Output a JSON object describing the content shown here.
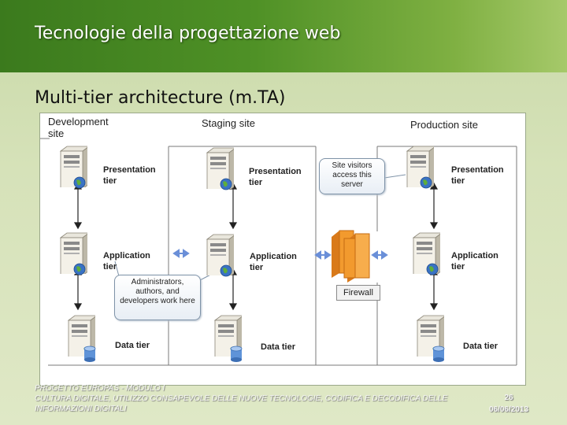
{
  "header": {
    "title": "Tecnologie della progettazione web"
  },
  "slide": {
    "subtitle": "Multi-tier architecture (m.TA)"
  },
  "diagram": {
    "sites": {
      "development": "Development site",
      "staging": "Staging site",
      "production": "Production site"
    },
    "tiers": {
      "presentation": "Presentation tier",
      "application": "Application tier",
      "data": "Data tier"
    },
    "callouts": {
      "admins": "Administrators, authors, and developers work here",
      "visitors": "Site visitors access this server"
    },
    "firewall": "Firewall"
  },
  "footer": {
    "left_line1": "PROGETTO EUROPAS - MODULO I",
    "left_line2": "CULTURA DIGITALE, UTILIZZO CONSAPEVOLE DELLE NUOVE TECNOLOGIE, CODIFICA E DECODIFICA DELLE INFORMAZIONI DIGITALI",
    "page_number": "26",
    "date": "06/06/2013"
  },
  "colors": {
    "header_green": "#3b7a1d",
    "firewall_orange": "#f29a2e",
    "exchange_arrow": "#6a8fd8"
  },
  "icons": [
    "server-icon",
    "globe-icon",
    "database-icon",
    "firewall-icon",
    "double-arrow-icon"
  ]
}
